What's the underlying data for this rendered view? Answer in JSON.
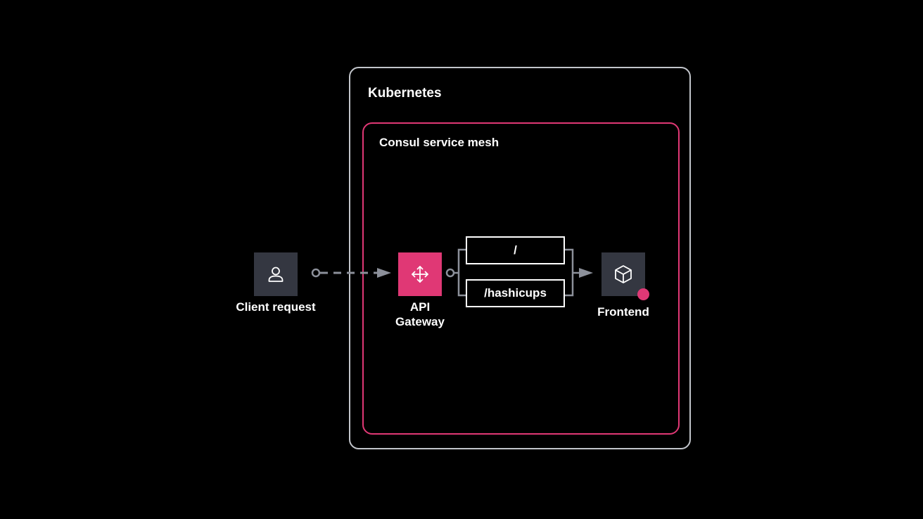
{
  "diagram": {
    "kubernetes_label": "Kubernetes",
    "mesh_label": "Consul service mesh",
    "nodes": {
      "client": {
        "label": "Client request",
        "icon": "user-icon"
      },
      "gateway": {
        "label": "API Gateway",
        "icon": "move-arrows-icon"
      },
      "frontend": {
        "label": "Frontend",
        "icon": "cube-icon"
      }
    },
    "routes": [
      {
        "path": "/"
      },
      {
        "path": "/hashicups"
      }
    ],
    "colors": {
      "background": "#000000",
      "kubernetes_border": "#c2c5cb",
      "mesh_border": "#e03875",
      "gateway_fill": "#e03875",
      "node_fill": "#343741",
      "connector": "#8c909a",
      "status_dot": "#e03875"
    }
  }
}
